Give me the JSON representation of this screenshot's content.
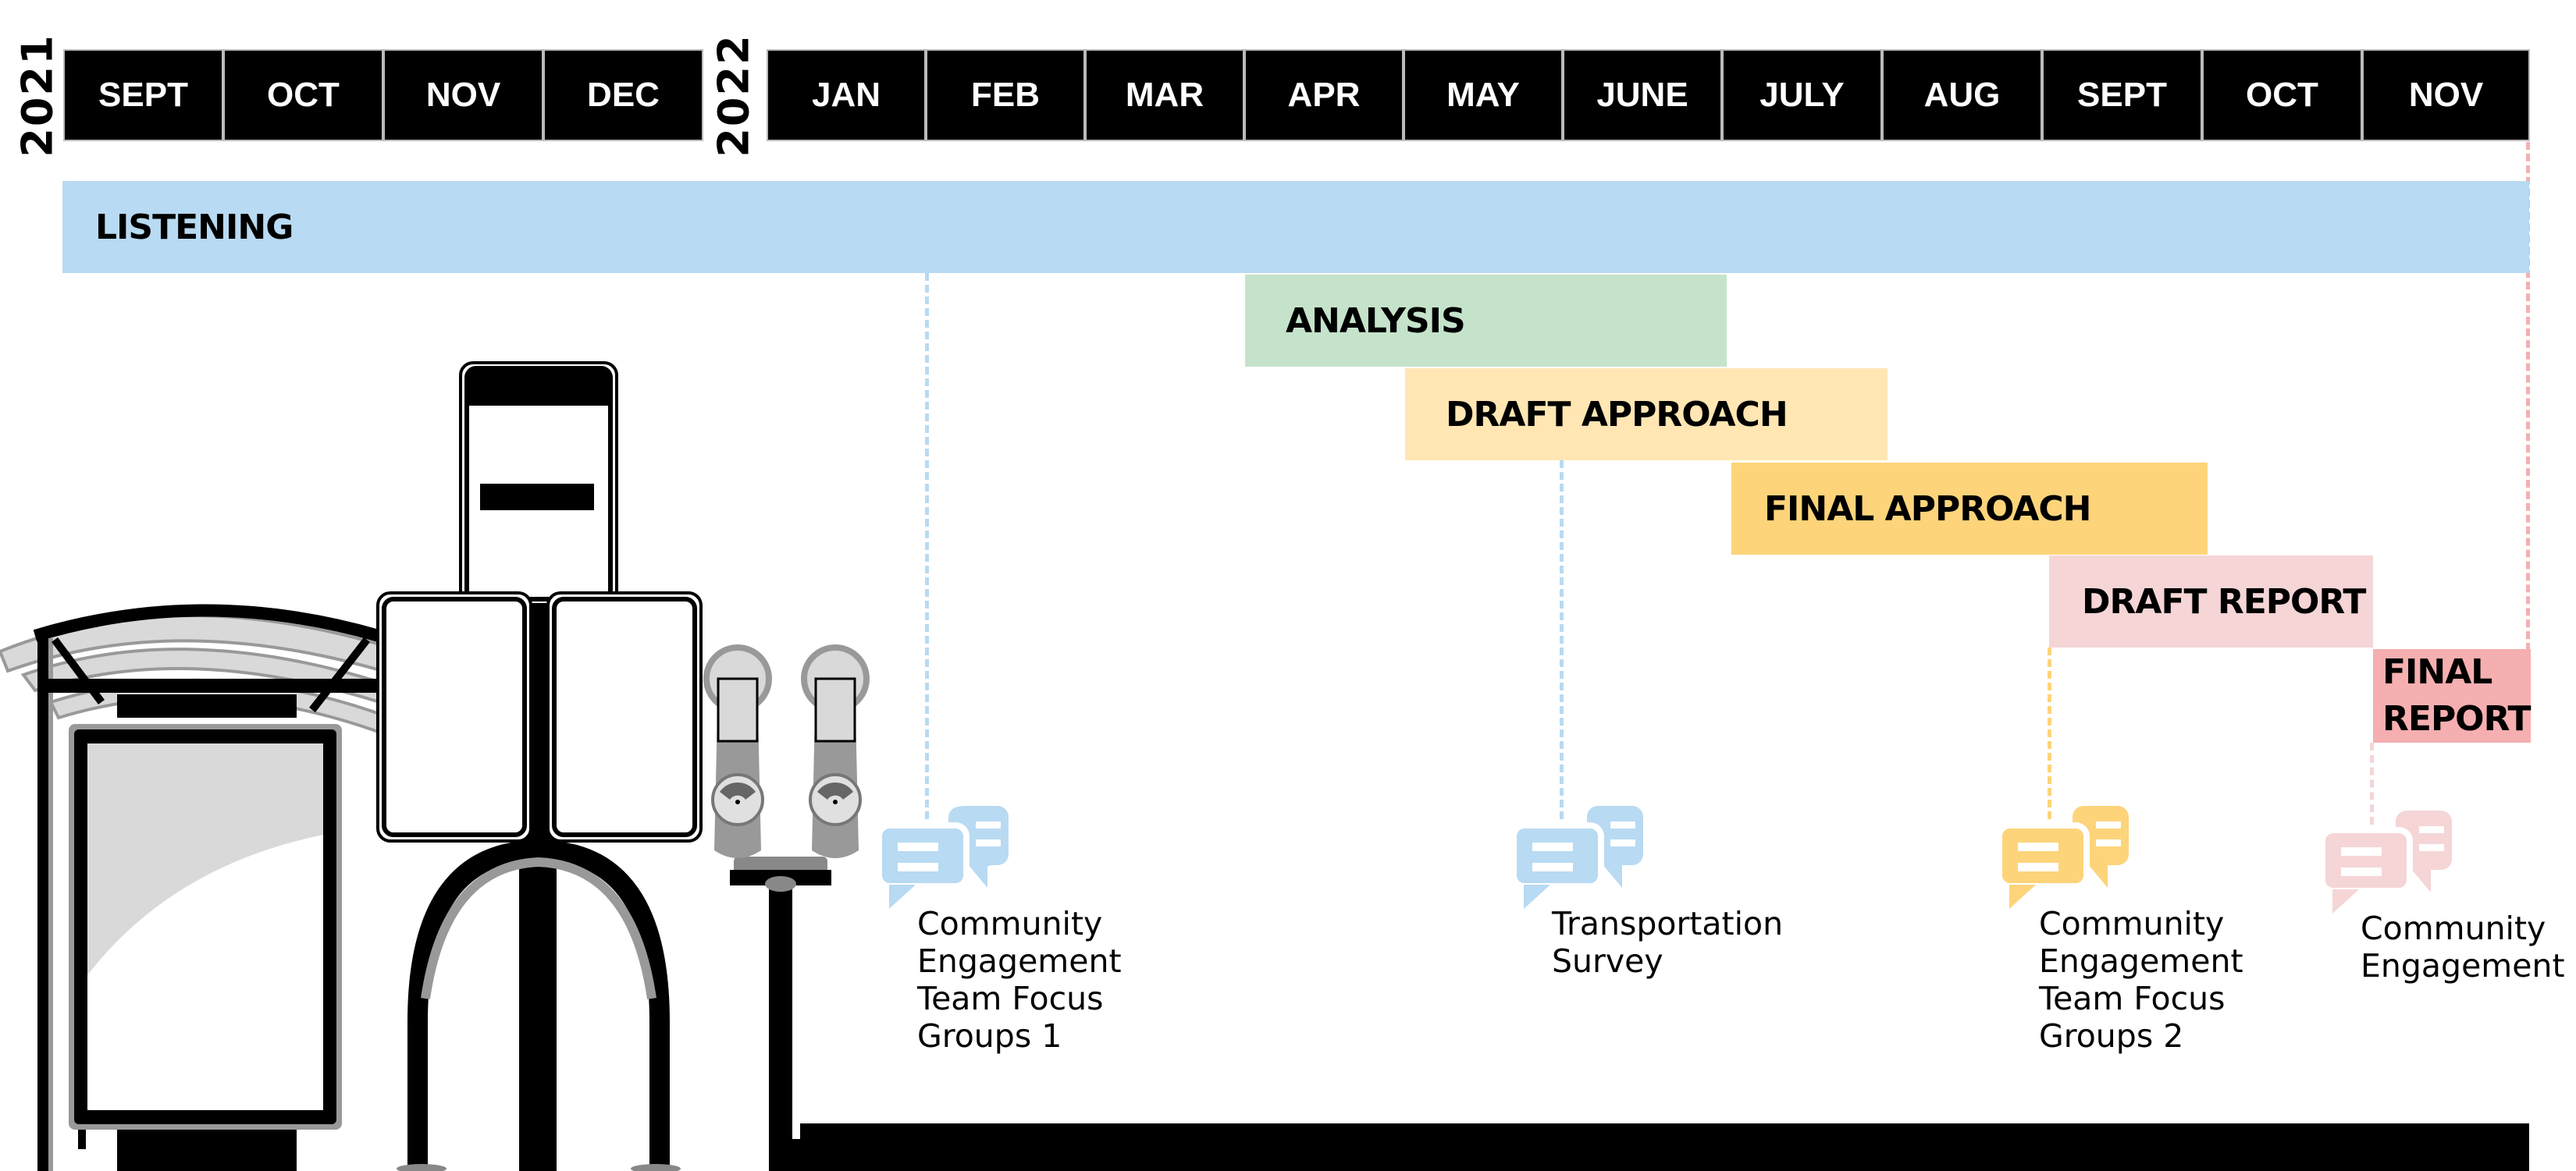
{
  "timeline": {
    "years": [
      {
        "label": "2021"
      },
      {
        "label": "2022"
      }
    ],
    "months": [
      {
        "label": "SEPT",
        "year": "2021"
      },
      {
        "label": "OCT",
        "year": "2021"
      },
      {
        "label": "NOV",
        "year": "2021"
      },
      {
        "label": "DEC",
        "year": "2021"
      },
      {
        "label": "JAN",
        "year": "2022"
      },
      {
        "label": "FEB",
        "year": "2022"
      },
      {
        "label": "MAR",
        "year": "2022"
      },
      {
        "label": "APR",
        "year": "2022"
      },
      {
        "label": "MAY",
        "year": "2022"
      },
      {
        "label": "JUNE",
        "year": "2022"
      },
      {
        "label": "JULY",
        "year": "2022"
      },
      {
        "label": "AUG",
        "year": "2022"
      },
      {
        "label": "SEPT",
        "year": "2022"
      },
      {
        "label": "OCT",
        "year": "2022"
      },
      {
        "label": "NOV",
        "year": "2022"
      }
    ]
  },
  "phases": [
    {
      "label": "LISTENING",
      "start": "SEPT 2021",
      "end": "NOV 2022",
      "color": "#B8DAF2"
    },
    {
      "label": "ANALYSIS",
      "start": "APR 2022",
      "end": "JUNE 2022",
      "color": "#C5E3CB"
    },
    {
      "label": "DRAFT APPROACH",
      "start": "MAY 2022",
      "end": "JULY 2022",
      "color": "#FFE6B3"
    },
    {
      "label": "FINAL APPROACH",
      "start": "JULY 2022",
      "end": "SEPT 2022",
      "color": "#FDD47A"
    },
    {
      "label": "DRAFT REPORT",
      "start": "SEPT 2022",
      "end": "OCT 2022",
      "color": "#F5D5D6"
    },
    {
      "label": "FINAL REPORT",
      "label_lines": [
        "FINAL",
        "REPORT"
      ],
      "start": "NOV 2022",
      "end": "NOV 2022",
      "color": "#F5AFB0"
    }
  ],
  "events": [
    {
      "icon": "chat-bubbles-icon",
      "lines": [
        "Community",
        "Engagement",
        "Team Focus",
        "Groups 1"
      ],
      "month": "FEB 2022",
      "color": "#B8DAF2"
    },
    {
      "icon": "chat-bubbles-icon",
      "lines": [
        "Transportation",
        "Survey"
      ],
      "month": "JUNE 2022",
      "color": "#B8DAF2"
    },
    {
      "icon": "chat-bubbles-icon",
      "lines": [
        "Community",
        "Engagement",
        "Team Focus",
        "Groups 2"
      ],
      "month": "SEPT 2022",
      "color": "#FDD47A"
    },
    {
      "icon": "chat-bubbles-icon",
      "lines": [
        "Community",
        "Engagement"
      ],
      "month": "NOV 2022",
      "color": "#F5D5D6"
    }
  ],
  "illustration": {
    "items": [
      "bus-shelter",
      "street-sign-pole",
      "bike-rack",
      "parking-meters"
    ]
  }
}
